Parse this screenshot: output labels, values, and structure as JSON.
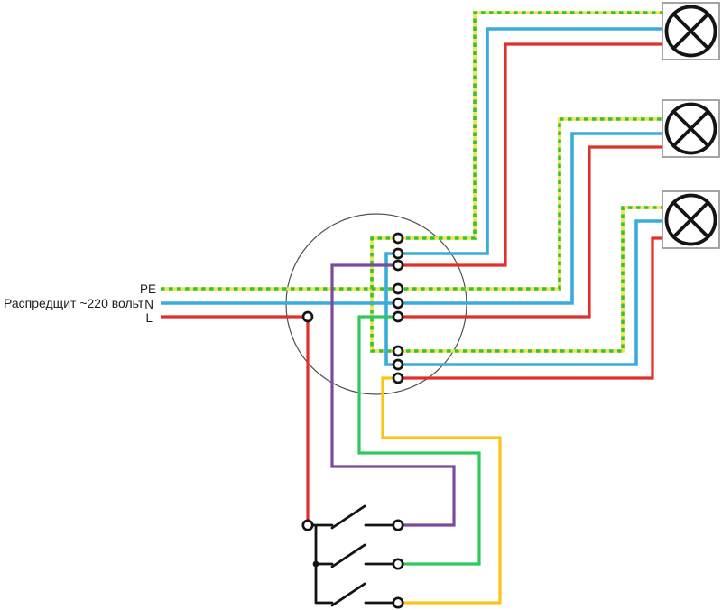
{
  "panel": {
    "label": "Распредщит ~220 вольт",
    "buses": [
      {
        "id": "pe",
        "label": "PE"
      },
      {
        "id": "n",
        "label": "N"
      },
      {
        "id": "l",
        "label": "L"
      }
    ]
  },
  "components": {
    "junction_box": "junction-box",
    "lamps": [
      {
        "id": "lamp-1"
      },
      {
        "id": "lamp-2"
      },
      {
        "id": "lamp-3"
      }
    ],
    "switches": [
      {
        "id": "switch-1",
        "wire_color_key": "switch1_purple"
      },
      {
        "id": "switch-2",
        "wire_color_key": "switch2_green"
      },
      {
        "id": "switch-3",
        "wire_color_key": "switch3_yellow"
      }
    ]
  },
  "colors": {
    "pe_yellow": "#e8ea45",
    "pe_green": "#3cbe3c",
    "neutral_blue": "#3aacdc",
    "line_red": "#e12f2a",
    "switch1_purple": "#7b4a9d",
    "switch2_green": "#2fc95b",
    "switch3_yellow": "#fcc515",
    "wire_black": "#141414",
    "outline_gray": "#8e8e8e",
    "junction_gray": "#4f4f4f"
  }
}
